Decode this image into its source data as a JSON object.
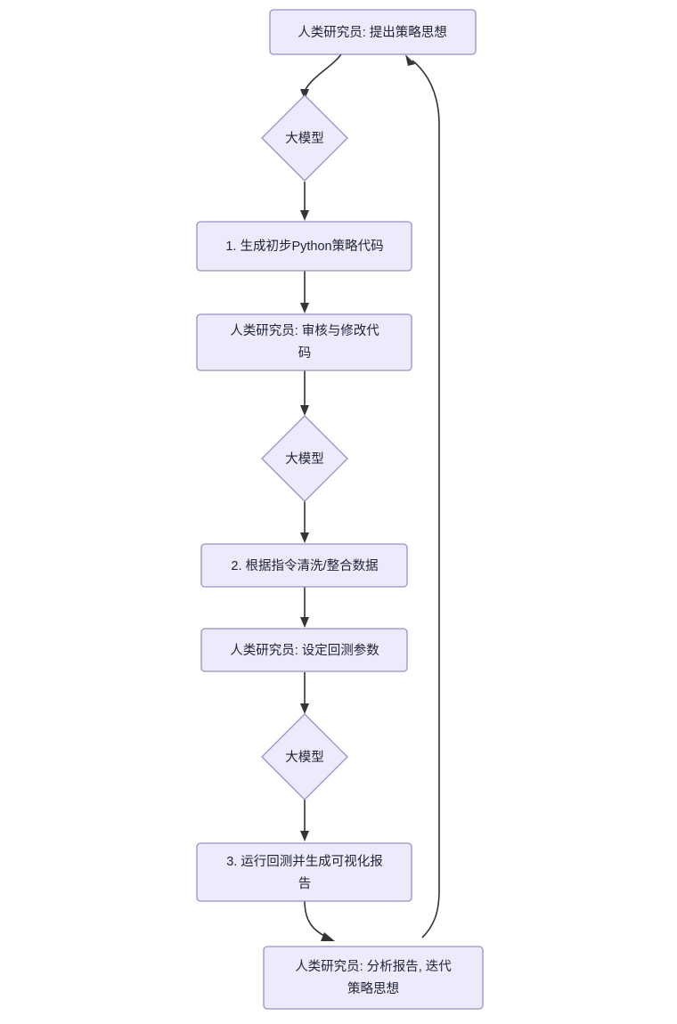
{
  "diagram": {
    "type": "flowchart",
    "direction": "top-to-bottom",
    "title": "",
    "theme": {
      "node_fill": "#ECEAFB",
      "node_border": "#9B8EC9",
      "edge_color": "#333338",
      "text_color": "#1f2430",
      "background": "#ffffff"
    },
    "nodes": [
      {
        "id": "start",
        "shape": "rect",
        "label": "人类研究员: 提出策略思想",
        "lines": [
          "人类研究员: 提出策略思想"
        ]
      },
      {
        "id": "llm1",
        "shape": "diamond",
        "label": "大模型",
        "lines": [
          "大模型"
        ]
      },
      {
        "id": "step1",
        "shape": "rect",
        "label": "1. 生成初步Python策略代码",
        "lines": [
          "1. 生成初步Python策略代码"
        ]
      },
      {
        "id": "review",
        "shape": "rect",
        "label": "人类研究员: 审核与修改代码",
        "lines": [
          "人类研究员: 审核与修改代",
          "码"
        ]
      },
      {
        "id": "llm2",
        "shape": "diamond",
        "label": "大模型",
        "lines": [
          "大模型"
        ]
      },
      {
        "id": "step2",
        "shape": "rect",
        "label": "2. 根据指令清洗/整合数据",
        "lines": [
          "2. 根据指令清洗/整合数据"
        ]
      },
      {
        "id": "params",
        "shape": "rect",
        "label": "人类研究员: 设定回测参数",
        "lines": [
          "人类研究员: 设定回测参数"
        ]
      },
      {
        "id": "llm3",
        "shape": "diamond",
        "label": "大模型",
        "lines": [
          "大模型"
        ]
      },
      {
        "id": "step3",
        "shape": "rect",
        "label": "3. 运行回测并生成可视化报告",
        "lines": [
          "3. 运行回测并生成可视化报",
          "告"
        ]
      },
      {
        "id": "analyze",
        "shape": "rect",
        "label": "人类研究员: 分析报告, 迭代策略思想",
        "lines": [
          "人类研究员: 分析报告, 迭代",
          "策略思想"
        ]
      }
    ],
    "edges": [
      {
        "id": "e1",
        "from": "start",
        "to": "llm1",
        "label": ""
      },
      {
        "id": "e2",
        "from": "llm1",
        "to": "step1",
        "label": ""
      },
      {
        "id": "e3",
        "from": "step1",
        "to": "review",
        "label": ""
      },
      {
        "id": "e4",
        "from": "review",
        "to": "llm2",
        "label": ""
      },
      {
        "id": "e5",
        "from": "llm2",
        "to": "step2",
        "label": ""
      },
      {
        "id": "e6",
        "from": "step2",
        "to": "params",
        "label": ""
      },
      {
        "id": "e7",
        "from": "params",
        "to": "llm3",
        "label": ""
      },
      {
        "id": "e8",
        "from": "llm3",
        "to": "step3",
        "label": ""
      },
      {
        "id": "e9",
        "from": "step3",
        "to": "analyze",
        "label": ""
      },
      {
        "id": "e10",
        "from": "analyze",
        "to": "start",
        "label": ""
      }
    ]
  }
}
